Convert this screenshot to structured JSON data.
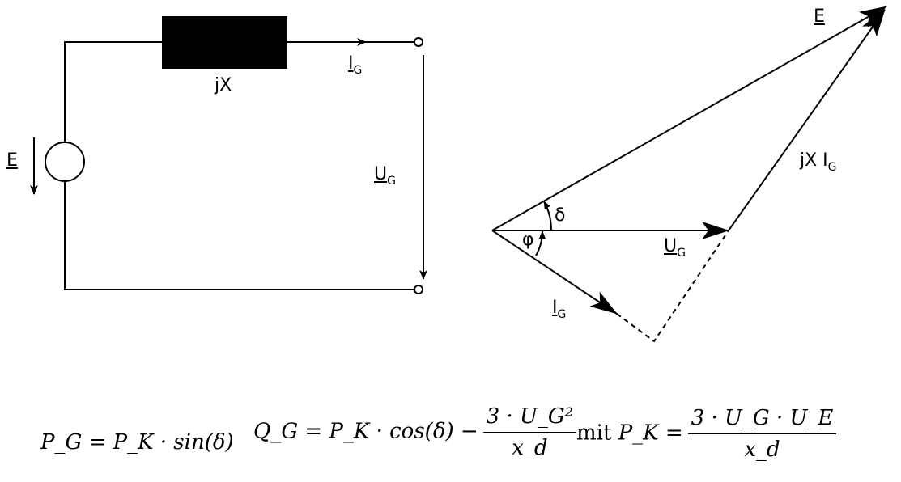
{
  "circuit": {
    "impedance_label": "jX",
    "current_label": "I",
    "current_sub": "G",
    "source_label": "E",
    "voltage_label": "U",
    "voltage_sub": "G"
  },
  "phasor": {
    "e_label": "E",
    "jx_label": "jX I",
    "jx_sub": "G",
    "delta_label": "δ",
    "phi_label": "φ",
    "ug_label": "U",
    "ug_sub": "G",
    "ig_label": "I",
    "ig_sub": "G"
  },
  "formulas": {
    "pg": "P_G = P_K · sin(δ)",
    "qg_left": "Q_G = P_K · cos(δ) −",
    "qg_num": "3 · U_G²",
    "qg_den": "x_d",
    "mit": "mit",
    "pk_left": "P_K =",
    "pk_num": "3 · U_G · U_E",
    "pk_den": "x_d"
  }
}
